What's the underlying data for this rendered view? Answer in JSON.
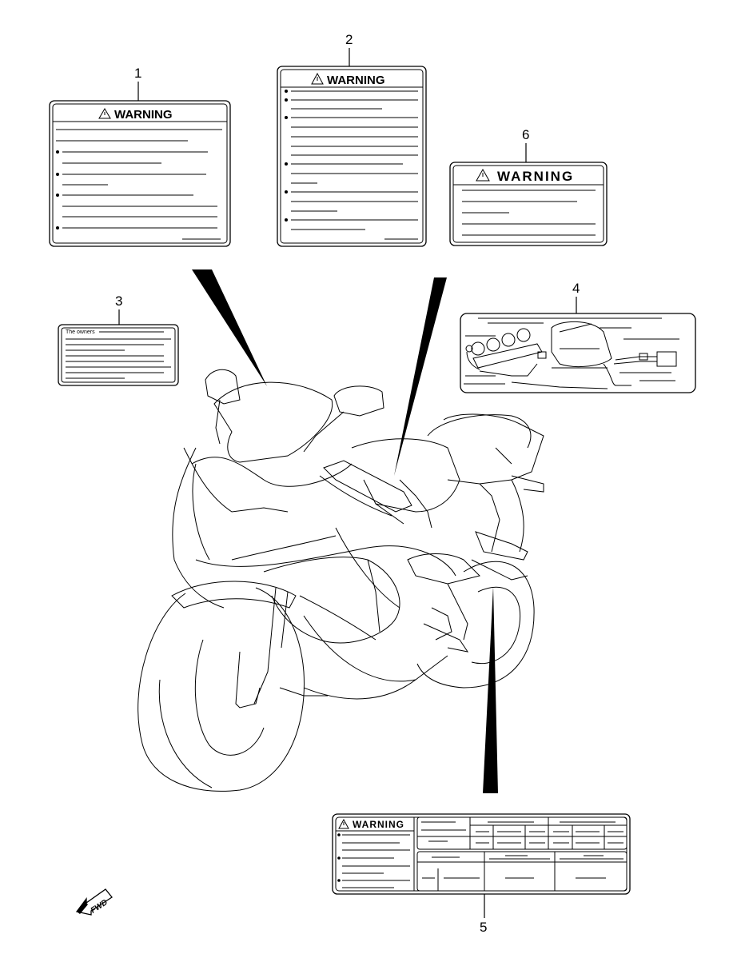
{
  "labels": {
    "label_1": {
      "number": "1",
      "header": "WARNING"
    },
    "label_2": {
      "number": "2",
      "header": "WARNING"
    },
    "label_3": {
      "number": "3",
      "header": "The owners"
    },
    "label_4": {
      "number": "4"
    },
    "label_5": {
      "number": "5",
      "header": "WARNING"
    },
    "label_6": {
      "number": "6",
      "header": "WARNING"
    }
  },
  "fwd_arrow": {
    "text": "FWD"
  }
}
